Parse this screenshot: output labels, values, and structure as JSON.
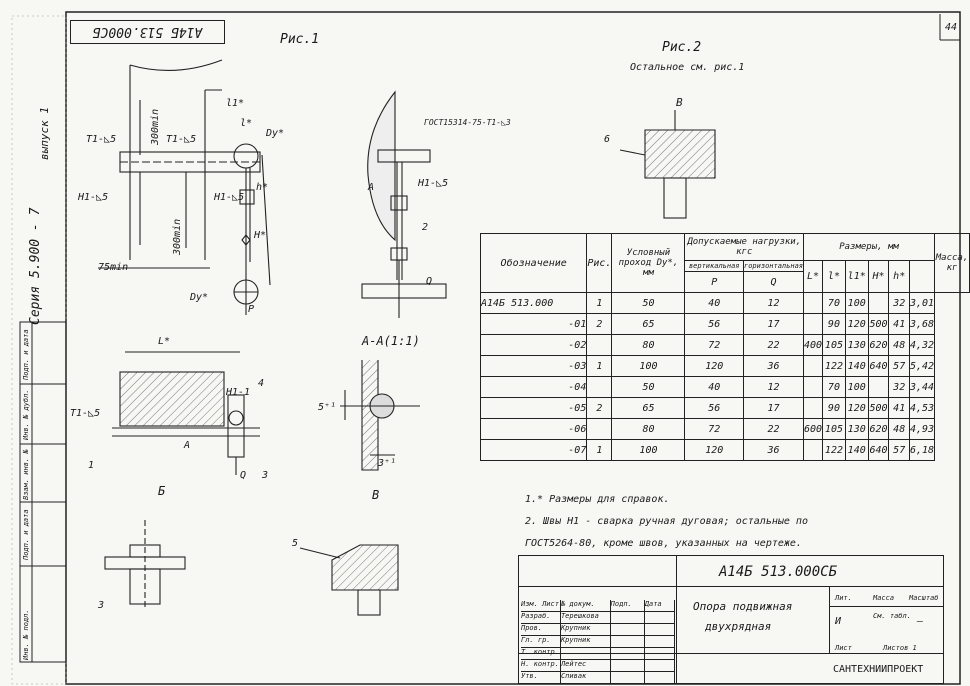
{
  "sheet": {
    "page_number": "44",
    "top_stamp": "А14Б 513.000СБ",
    "series": "Серия 5.900 - 7",
    "issue": "выпуск 1",
    "side_fields": [
      "Инв. № подл.",
      "Подп. и дата",
      "Взам. инв. №",
      "Инв. № дубл.",
      "Подп. и дата"
    ]
  },
  "fig1": {
    "title": "Рис.1",
    "labels": {
      "dim300_top": "300min",
      "dim300_bottom": "300min",
      "dim75": "75min",
      "weld_t1": "Т1-◺5",
      "weld_t1b": "Т1-◺5",
      "weld_h1": "Н1-◺5",
      "weld_h1b": "Н1-◺5",
      "weld_h1c": "Н1-◺5",
      "l1": "l1*",
      "l": "l*",
      "dy_top": "Dy*",
      "dy_bottom": "Dy*",
      "h": "h*",
      "H": "H*",
      "b": "Б",
      "p": "P"
    }
  },
  "section_b": {
    "label": "Б",
    "l": "L*",
    "weld": "Т1-◺5",
    "weld2": "Н1-1",
    "callouts": [
      "1",
      "3",
      "4"
    ],
    "a": "А",
    "q": "Q"
  },
  "side_view": {
    "gost": "ГОСТ15314-75-Т1-◺3",
    "weld": "Н1-◺5",
    "callout": "2",
    "a": "А",
    "q": "Q"
  },
  "section_aa": {
    "title": "А-А(1:1)",
    "dim1": "5⁺¹",
    "dim2": "3⁺¹",
    "b_label": "В"
  },
  "fig2": {
    "title": "Рис.2",
    "subtitle": "Остальное см. рис.1",
    "view_label": "В",
    "callout": "6"
  },
  "detail3": {
    "callout": "3"
  },
  "detail5": {
    "callout": "5"
  },
  "spec_table": {
    "headers": {
      "designation": "Обозначение",
      "fig": "Рис.",
      "dy": "Условный проход Dy*, мм",
      "loads": "Допускаемые нагрузки, кгс",
      "vert": "вертикальная",
      "horiz": "горизонтальная",
      "p": "P",
      "q": "Q",
      "sizes": "Размеры, мм",
      "L": "L*",
      "l": "l*",
      "l1": "l1*",
      "H": "H*",
      "h": "h*",
      "mass": "Масса, кг"
    },
    "rows": [
      {
        "des": "А14Б 513.000",
        "fig": "1",
        "dy": "50",
        "p": "40",
        "q": "12",
        "L": "",
        "l": "70",
        "l1": "100",
        "H": "",
        "h": "32",
        "m": "3,01"
      },
      {
        "des": "-01",
        "fig": "2",
        "dy": "65",
        "p": "56",
        "q": "17",
        "L": "",
        "l": "90",
        "l1": "120",
        "H": "500",
        "h": "41",
        "m": "3,68"
      },
      {
        "des": "-02",
        "fig": "",
        "dy": "80",
        "p": "72",
        "q": "22",
        "L": "400",
        "l": "105",
        "l1": "130",
        "H": "620",
        "h": "48",
        "m": "4,32"
      },
      {
        "des": "-03",
        "fig": "1",
        "dy": "100",
        "p": "120",
        "q": "36",
        "L": "",
        "l": "122",
        "l1": "140",
        "H": "640",
        "h": "57",
        "m": "5,42"
      },
      {
        "des": "-04",
        "fig": "",
        "dy": "50",
        "p": "40",
        "q": "12",
        "L": "",
        "l": "70",
        "l1": "100",
        "H": "",
        "h": "32",
        "m": "3,44"
      },
      {
        "des": "-05",
        "fig": "2",
        "dy": "65",
        "p": "56",
        "q": "17",
        "L": "",
        "l": "90",
        "l1": "120",
        "H": "500",
        "h": "41",
        "m": "4,53"
      },
      {
        "des": "-06",
        "fig": "",
        "dy": "80",
        "p": "72",
        "q": "22",
        "L": "600",
        "l": "105",
        "l1": "130",
        "H": "620",
        "h": "48",
        "m": "4,93"
      },
      {
        "des": "-07",
        "fig": "1",
        "dy": "100",
        "p": "120",
        "q": "36",
        "L": "",
        "l": "122",
        "l1": "140",
        "H": "640",
        "h": "57",
        "m": "6,18"
      }
    ]
  },
  "notes": {
    "n1": "1.* Размеры для справок.",
    "n2a": "2. Швы Н1 - сварка ручная дуговая; остальные по",
    "n2b": "ГОСТ5264-80, кроме швов, указанных на чертеже."
  },
  "title_block": {
    "code": "А14Б 513.000СБ",
    "name1": "Опора подвижная",
    "name2": "двухрядная",
    "lit_h": "Лит.",
    "mass_h": "Масса",
    "scale_h": "Масштаб",
    "lit": "И",
    "mass": "См. табл.",
    "scale": "—",
    "sheet": "Лист",
    "sheets": "Листов 1",
    "org": "САНТЕХНИИПРОЕКТ",
    "rows": [
      {
        "role": "Изм. Лист",
        "name": "№ докум.",
        "sign": "Подп.",
        "date": "Дата"
      },
      {
        "role": "Разраб.",
        "name": "Терешкова",
        "sign": "",
        "date": ""
      },
      {
        "role": "Пров.",
        "name": "Крупник",
        "sign": "",
        "date": ""
      },
      {
        "role": "Гл. гр.",
        "name": "Крупник",
        "sign": "",
        "date": ""
      },
      {
        "role": "Т. контр.",
        "name": "",
        "sign": "",
        "date": ""
      },
      {
        "role": "Н. контр.",
        "name": "Лейтес",
        "sign": "",
        "date": ""
      },
      {
        "role": "Утв.",
        "name": "Спивак",
        "sign": "",
        "date": ""
      }
    ]
  }
}
